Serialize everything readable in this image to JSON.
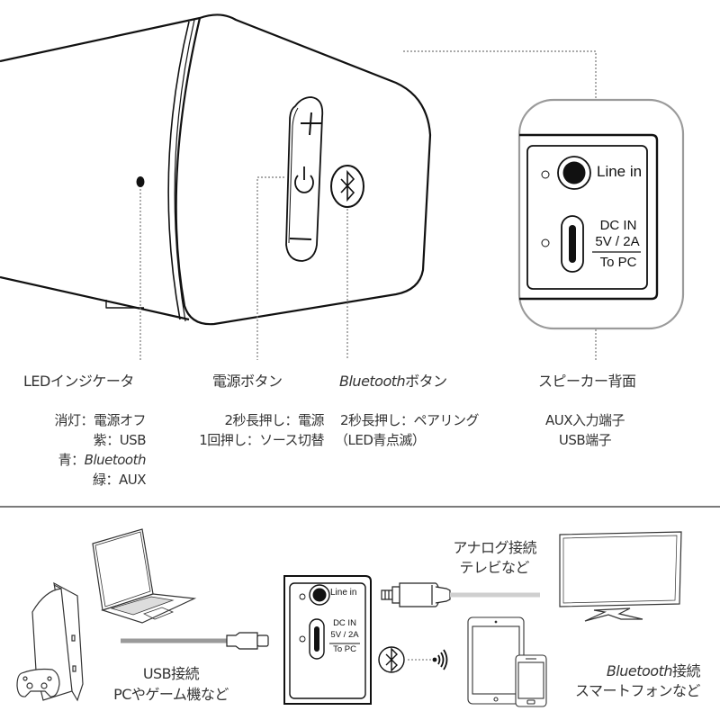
{
  "top": {
    "labels": {
      "led": "LEDインジケータ",
      "power": "電源ボタン",
      "bluetooth_italic": "Bluetooth",
      "bluetooth_suffix": "ボタン",
      "back": "スピーカー背面"
    },
    "led_states": [
      {
        "key": "消灯",
        "sep": "：",
        "value": "電源オフ",
        "italic": false
      },
      {
        "key": "紫",
        "sep": "：",
        "value": "USB",
        "italic": false
      },
      {
        "key": "青",
        "sep": "：",
        "value": "Bluetooth",
        "italic": true
      },
      {
        "key": "緑",
        "sep": "：",
        "value": "AUX",
        "italic": false
      }
    ],
    "power_desc": [
      "2秒長押し：電源",
      "1回押し：ソース切替"
    ],
    "bluetooth_desc": [
      "2秒長押し：ペアリング",
      "（LED青点滅）"
    ],
    "back_desc": [
      "AUX入力端子",
      "USB端子"
    ],
    "panel": {
      "line_in": "Line in",
      "dc_in": "DC IN",
      "rating": "5V / 2A",
      "to_pc": "To PC"
    },
    "buttons": {
      "volume_up": "+",
      "volume_down": "−"
    }
  },
  "bottom": {
    "usb_label": [
      "USB接続",
      "PCやゲーム機など"
    ],
    "analog_label": [
      "アナログ接続",
      "テレビなど"
    ],
    "bt_label_italic": "Bluetooth",
    "bt_label_suffix": "接続",
    "bt_label_line2": "スマートフォンなど",
    "panel": {
      "line_in": "Line in",
      "dc_in": "DC IN",
      "rating": "5V / 2A",
      "to_pc": "To PC"
    }
  },
  "colors": {
    "line": "#111111",
    "dotted": "#888888",
    "cable": "#bdbdbd",
    "divider": "#7a7a7a"
  }
}
